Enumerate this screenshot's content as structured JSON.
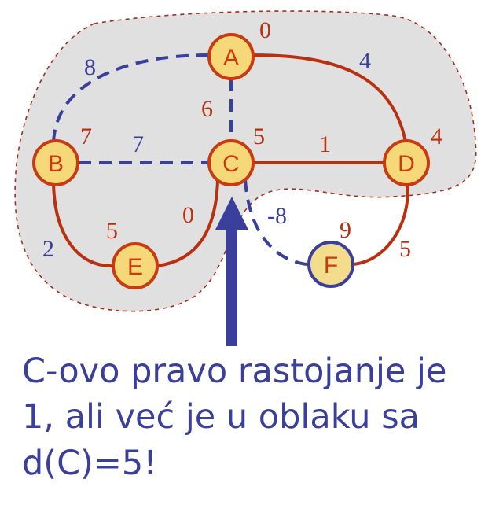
{
  "colors": {
    "cloud_fill": "#e0e0e0",
    "cloud_border": "#a03020",
    "tree_edge": "#b83010",
    "other_edge": "#3a3f9c",
    "node_fill_cloud": "#f5d878",
    "node_fill_outside": "#f3dc8c",
    "node_border_cloud": "#c83a10",
    "node_border_outside": "#3a3f9c",
    "node_text_cloud": "#c83a10",
    "node_text_outside": "#c83a10",
    "arrow": "#3a3f9c",
    "caption": "#3a3f9c"
  },
  "nodes": {
    "A": {
      "label": "A",
      "distance": "0"
    },
    "B": {
      "label": "B",
      "distance": "7"
    },
    "C": {
      "label": "C",
      "distance": "5"
    },
    "D": {
      "label": "D",
      "distance": "4"
    },
    "E": {
      "label": "E",
      "distance": "5"
    },
    "F": {
      "label": "F",
      "distance": "9"
    }
  },
  "edges": {
    "A_B": "8",
    "A_C": "6",
    "A_D": "4",
    "B_C": "7",
    "C_D": "1",
    "B_E": "2",
    "E_C": "0",
    "C_F": "-8",
    "F_D": "5"
  },
  "caption": {
    "line1": "C-ovo pravo rastojanje je",
    "line2": "1, ali već je u oblaku sa",
    "line3": "d(C)=5!"
  }
}
